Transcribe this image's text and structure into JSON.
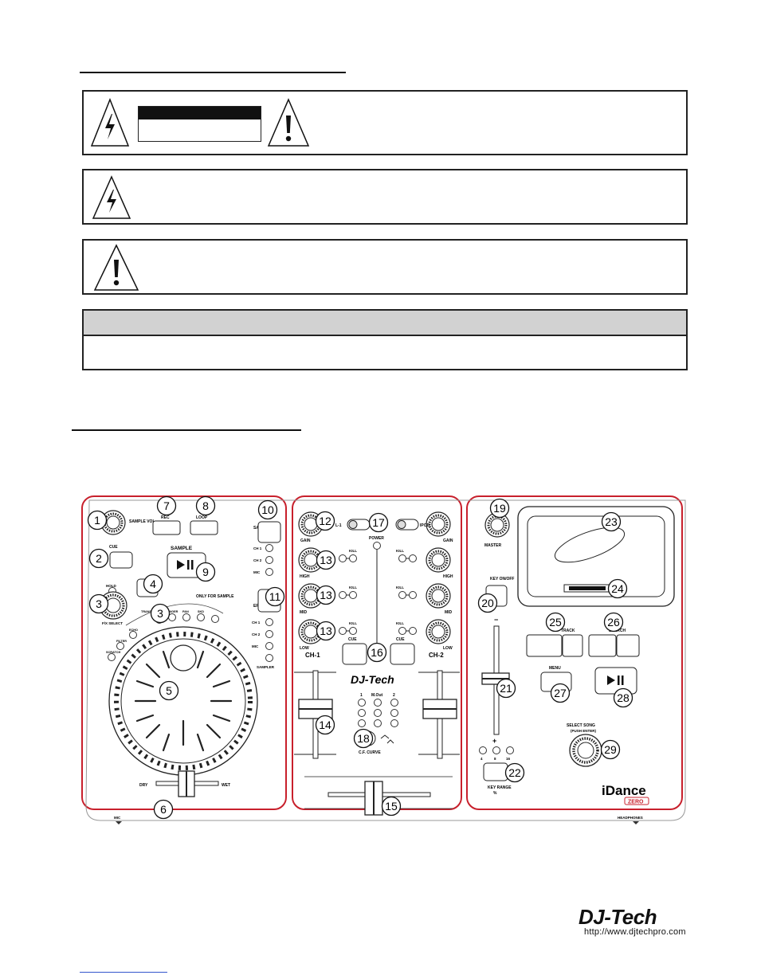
{
  "footer": {
    "url": "http://www.djtechpro.com"
  },
  "logos": {
    "mixer_brand": "DJ-Tech",
    "footer_brand": "DJ-Tech",
    "product": "iDance",
    "product_badge": "ZERO"
  },
  "deck": {
    "labels": {
      "sample_vol": "SAMPLE VOL.",
      "cue": "CUE",
      "rec": "REC",
      "loop": "LOOP",
      "sample": "SAMPLE",
      "hold": "HOLD",
      "fx_select": "F/X SELECT",
      "only_for_sample": "ONLY FOR SAMPLE",
      "sampler_on": "SAMPLER ON",
      "effect_on": "EFFECT ON",
      "ch1": "CH 1",
      "ch2": "CH 2",
      "mic": "MIC",
      "sampler": "SAMPLER",
      "dry": "DRY",
      "wet": "WET",
      "mic_bottom": "MIC",
      "fx": [
        "TRANS",
        "FLANGER",
        "PAN",
        "SKD"
      ],
      "fx_left": [
        "ECHO",
        "FILTER",
        "SCRATCH"
      ]
    }
  },
  "mixer": {
    "labels": {
      "gain": "GAIN",
      "high": "HIGH",
      "mid": "MID",
      "low": "LOW",
      "kill": "KILL",
      "ch1": "CH-1",
      "ch2": "CH-2",
      "cue": "CUE",
      "power": "POWER",
      "l1": "L-1",
      "ipod": "IPOD",
      "m_out": "M.Out",
      "one": "1",
      "two": "2",
      "cf_curve": "C.F. CURVE"
    }
  },
  "dock": {
    "labels": {
      "master": "MASTER",
      "key_onoff": "KEY ON/OFF",
      "track": "TRACK",
      "search": "SEARCH",
      "menu": "MENU",
      "select_song": "SELECT SONG",
      "push_enter": "(PUSH ENTER)",
      "key_range": "KEY RANGE",
      "pct": "%",
      "minus": "−",
      "plus": "+",
      "r4": "4",
      "r8": "8",
      "r16": "16",
      "headphones": "HEADPHONES"
    }
  },
  "callouts": [
    "1",
    "2",
    "3",
    "4",
    "3",
    "5",
    "6",
    "7",
    "8",
    "9",
    "10",
    "11",
    "12",
    "13",
    "13",
    "13",
    "14",
    "15",
    "16",
    "17",
    "18",
    "19",
    "20",
    "21",
    "22",
    "23",
    "24",
    "25",
    "26",
    "27",
    "28",
    "29"
  ]
}
